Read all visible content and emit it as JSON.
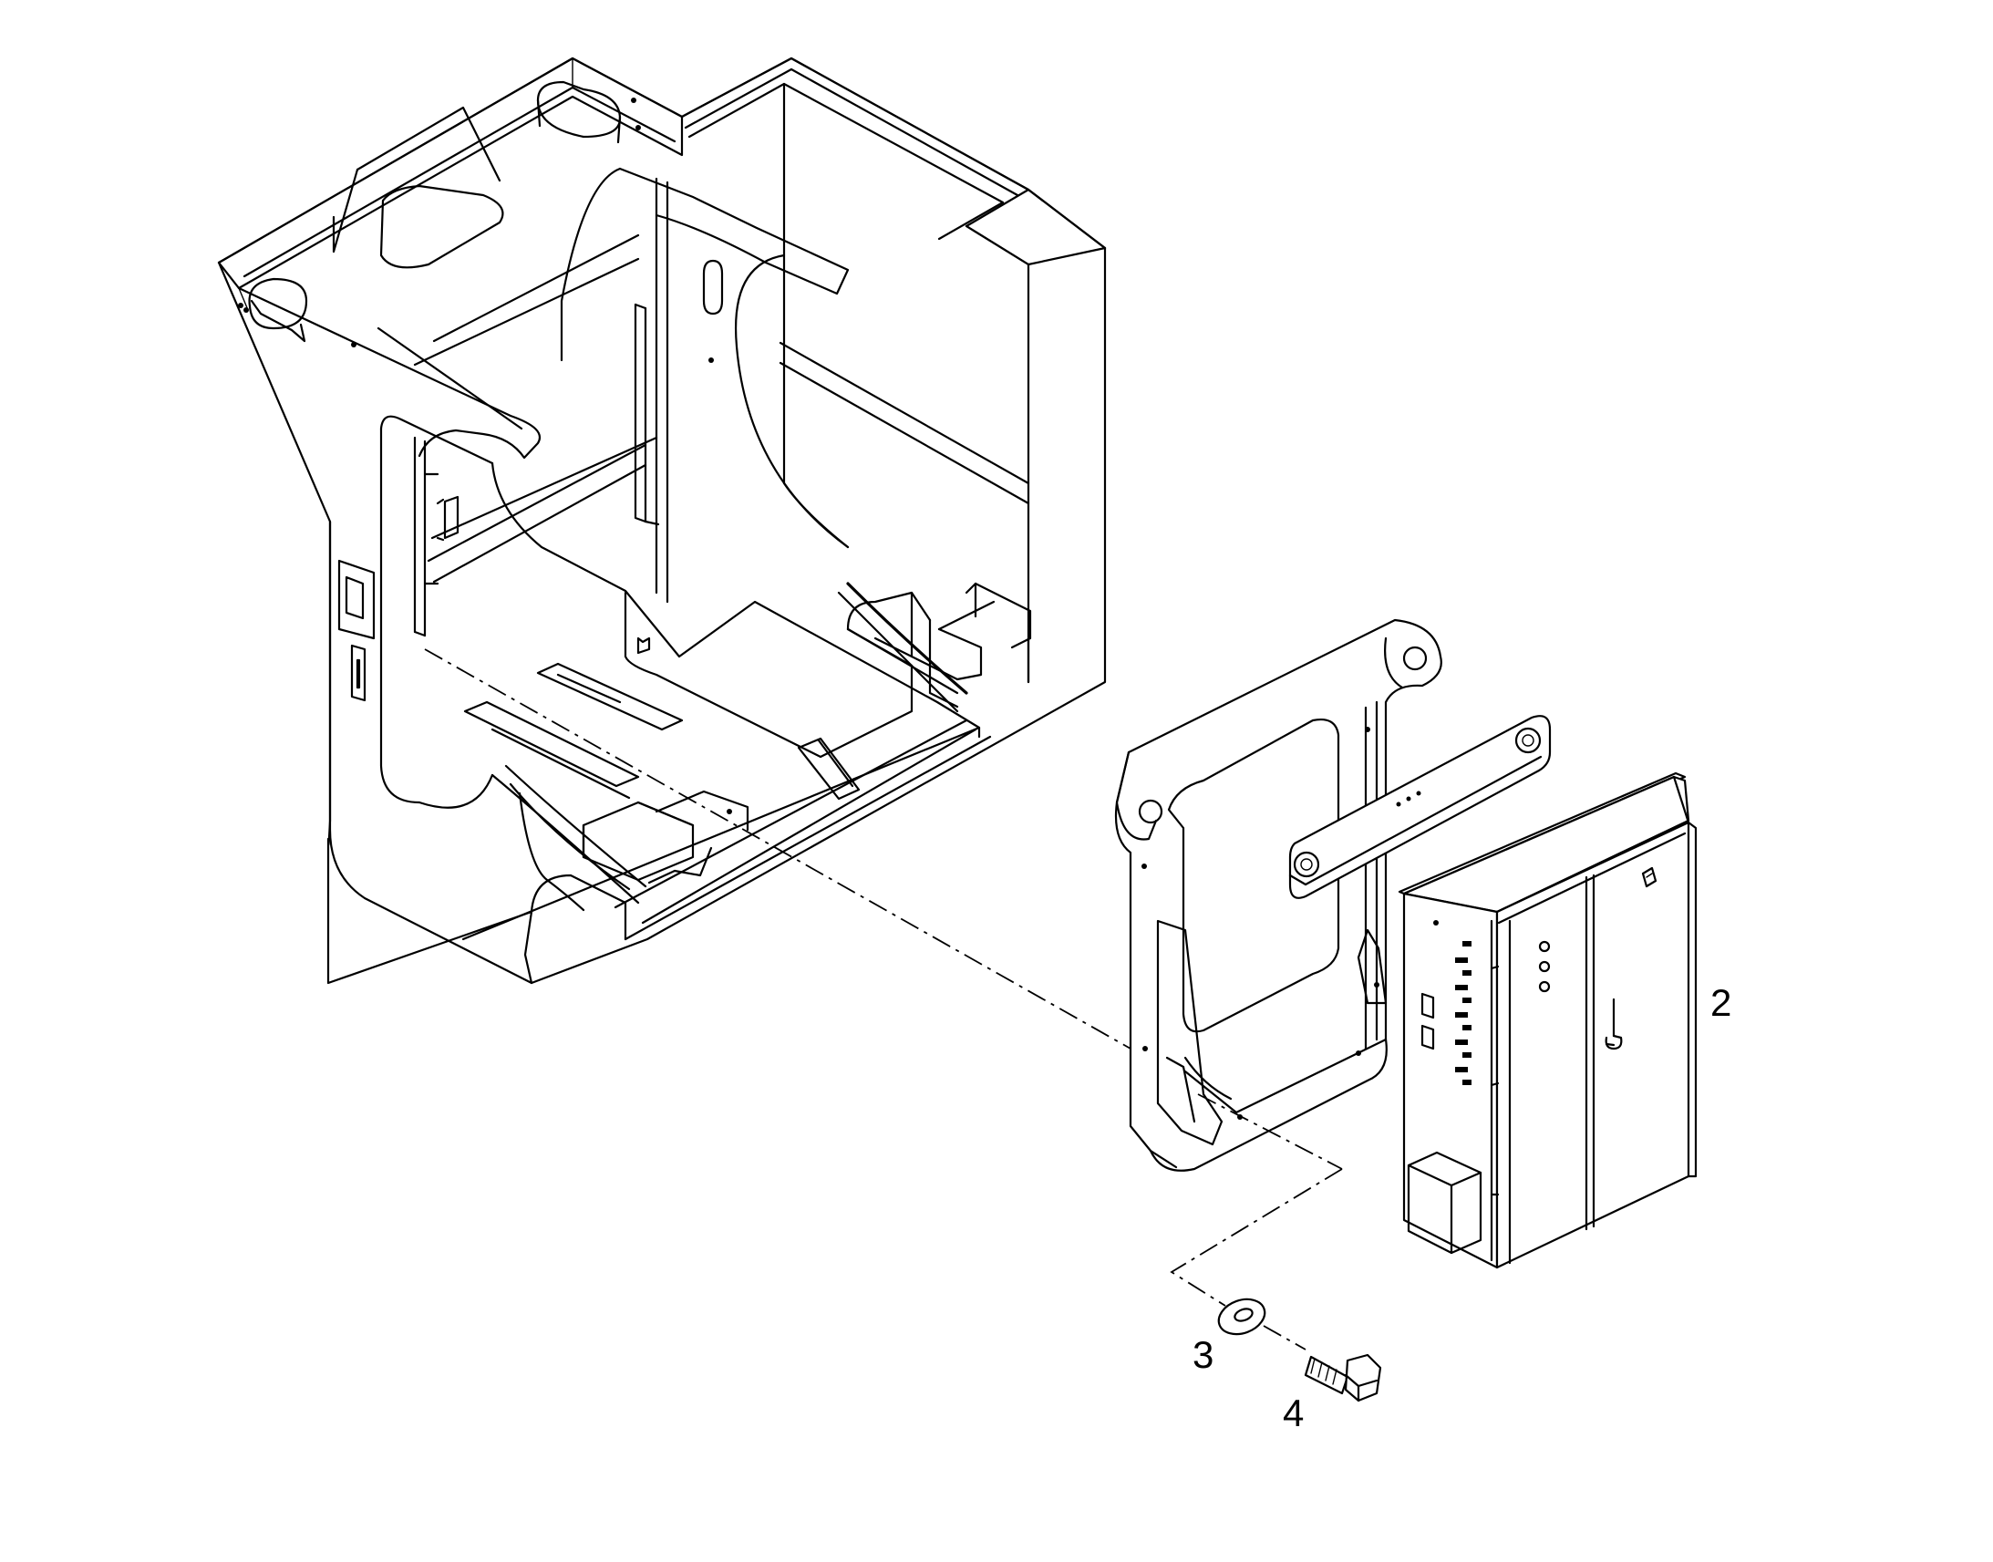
{
  "callouts": {
    "item_2": "2",
    "item_3": "3",
    "item_4": "4"
  }
}
